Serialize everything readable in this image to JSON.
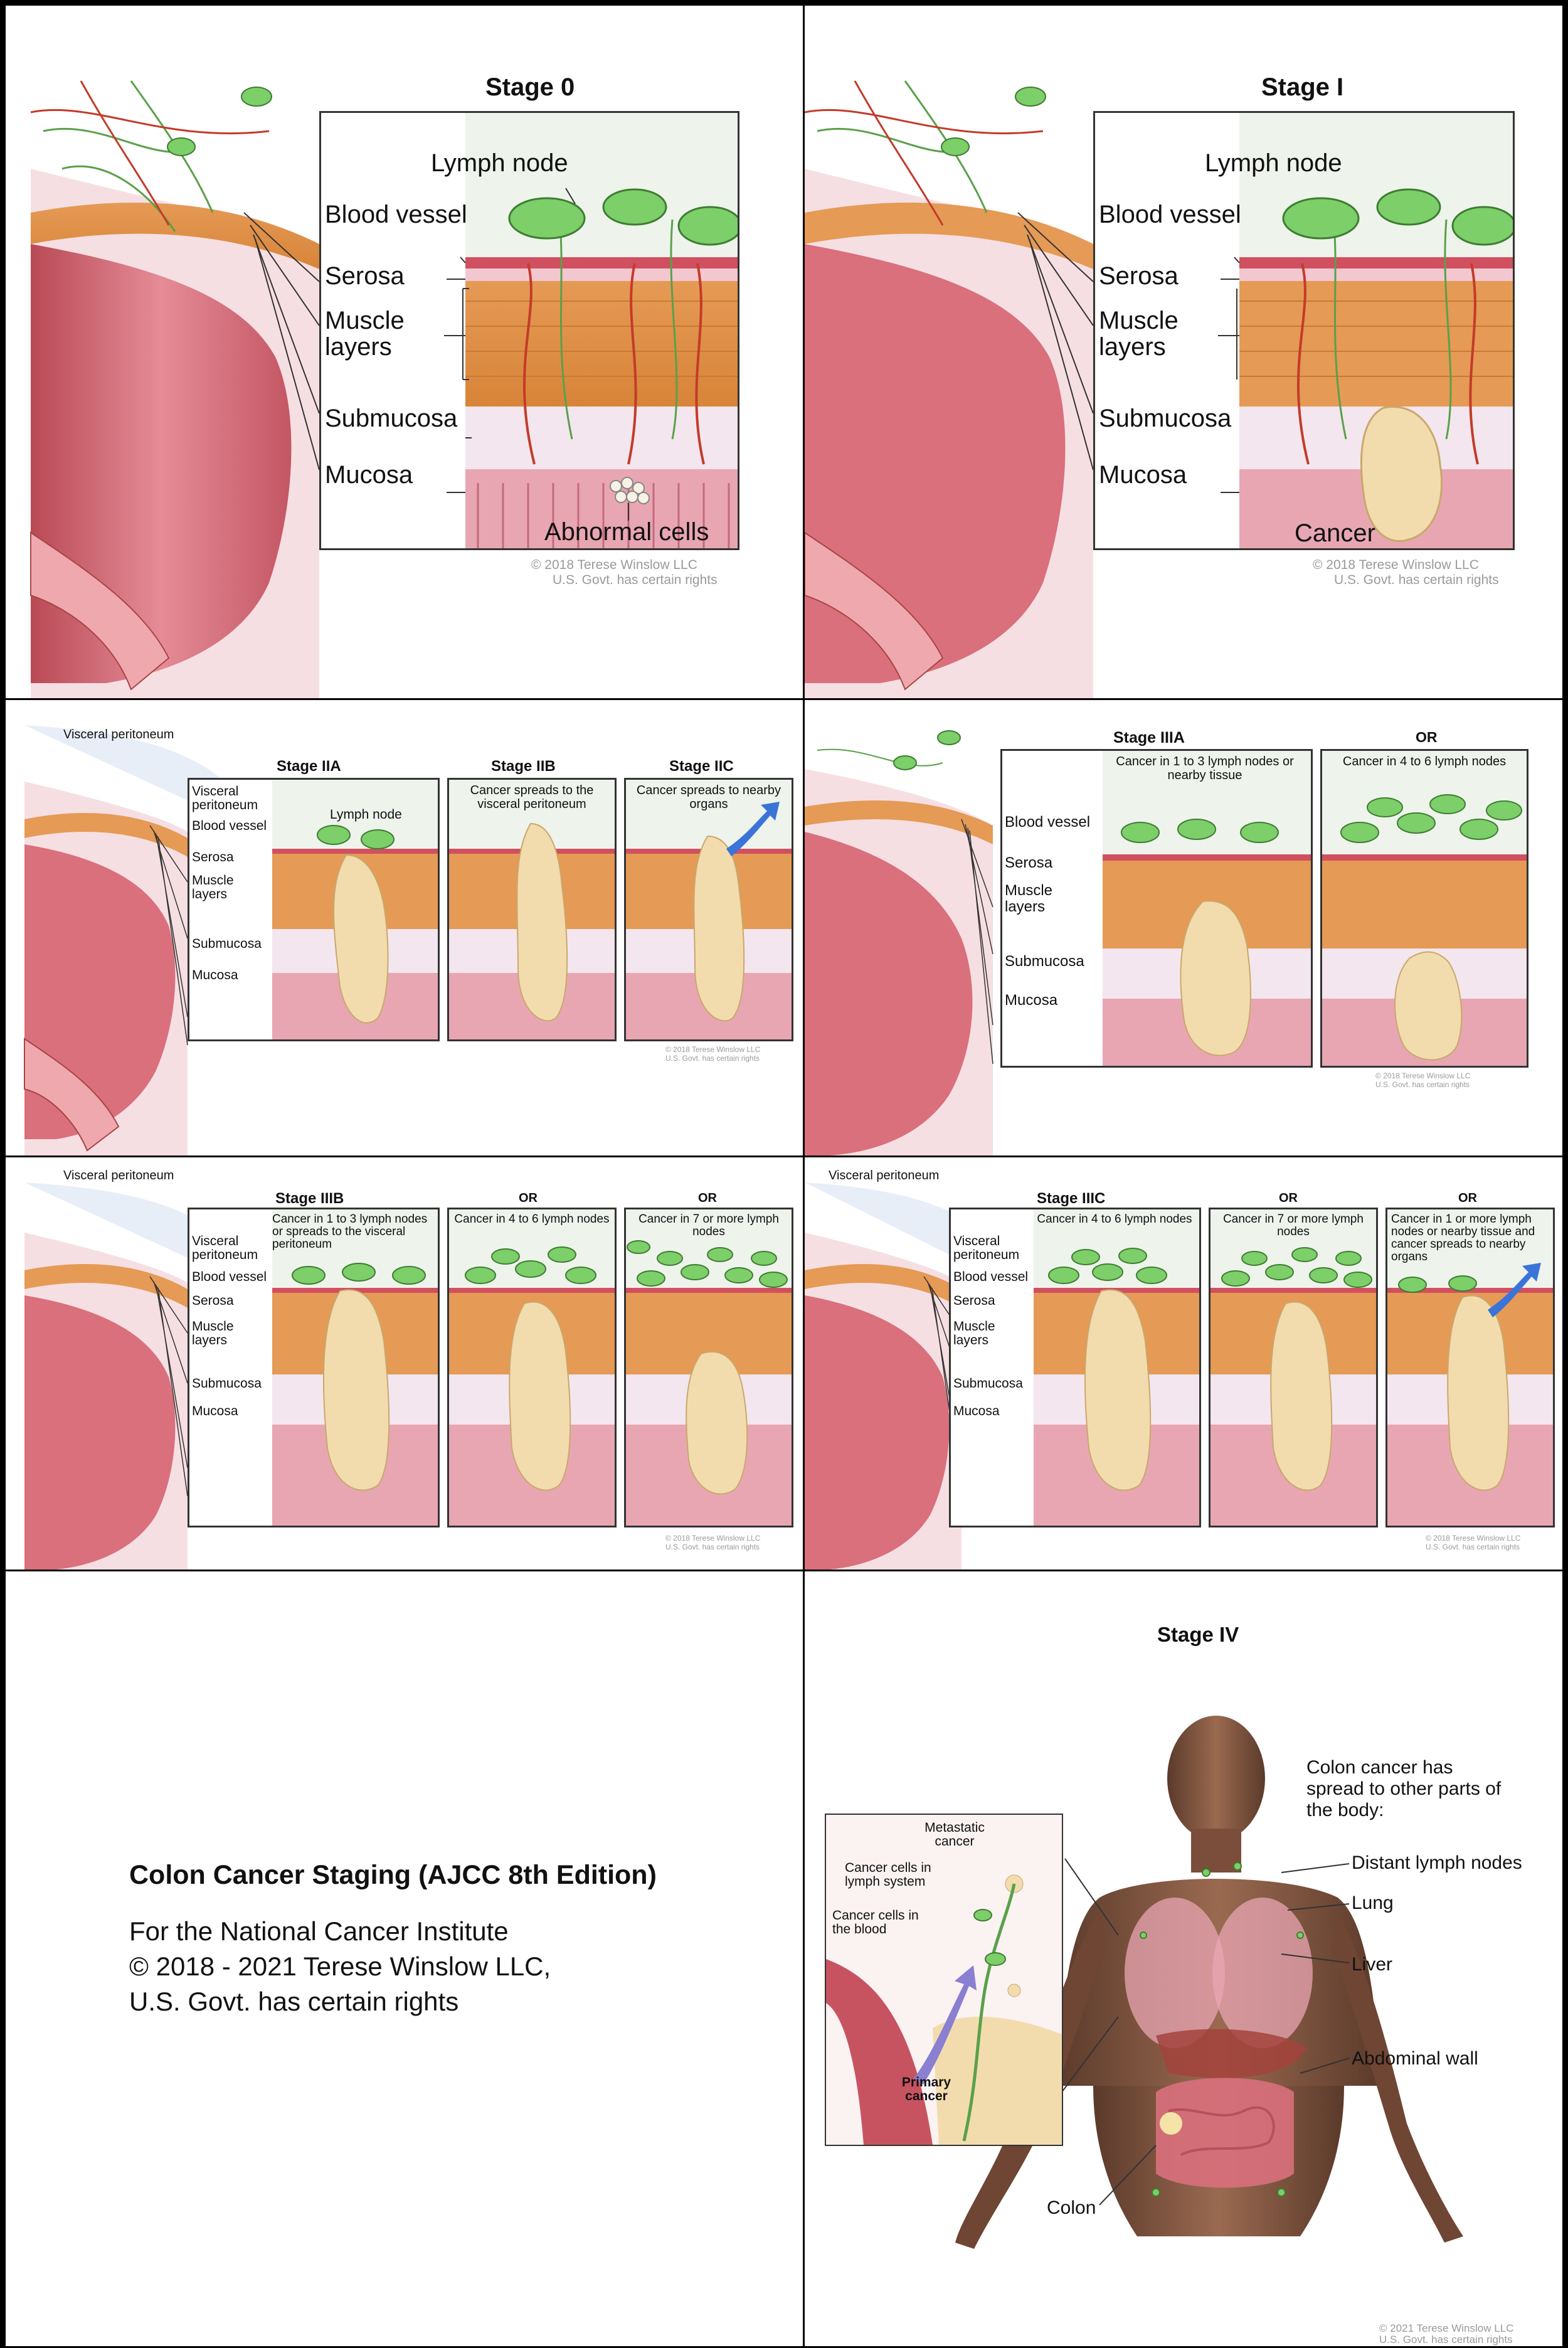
{
  "colors": {
    "mucosa": "#e8a6b3",
    "muscle": "#e8a25b",
    "submucosa": "#f3e6ee",
    "lymph": "#7ccf69",
    "tumor": "#f2dcae",
    "vessel": "#c33b2b",
    "serosa": "#d1505f"
  },
  "panel_stage0": {
    "title": "Stage 0",
    "labels": {
      "lymph_node": "Lymph node",
      "blood_vessel": "Blood vessel",
      "serosa": "Serosa",
      "muscle": "Muscle layers",
      "submucosa": "Submucosa",
      "mucosa": "Mucosa",
      "abnormal": "Abnormal cells"
    },
    "credit1": "© 2018 Terese Winslow LLC",
    "credit2": "U.S. Govt. has certain rights"
  },
  "panel_stage1": {
    "title": "Stage I",
    "labels": {
      "lymph_node": "Lymph node",
      "blood_vessel": "Blood vessel",
      "serosa": "Serosa",
      "muscle": "Muscle layers",
      "submucosa": "Submucosa",
      "mucosa": "Mucosa",
      "cancer": "Cancer"
    },
    "credit1": "© 2018 Terese Winslow LLC",
    "credit2": "U.S. Govt. has certain rights"
  },
  "panel_stage2": {
    "visceral": "Visceral peritoneum",
    "t_a": "Stage IIA",
    "t_b": "Stage IIB",
    "t_c": "Stage IIC",
    "cap_b": "Cancer spreads to the visceral peritoneum",
    "cap_c": "Cancer spreads to nearby organs",
    "labels": {
      "visceral": "Visceral peritoneum",
      "blood_vessel": "Blood vessel",
      "lymph_node": "Lymph node",
      "serosa": "Serosa",
      "muscle": "Muscle layers",
      "submucosa": "Submucosa",
      "mucosa": "Mucosa"
    },
    "credit1": "© 2018 Terese Winslow LLC",
    "credit2": "U.S. Govt. has certain rights"
  },
  "panel_stage3a": {
    "title": "Stage IIIA",
    "or": "OR",
    "cap_a": "Cancer in 1 to 3 lymph nodes or nearby tissue",
    "cap_b": "Cancer in 4 to 6 lymph nodes",
    "labels": {
      "blood_vessel": "Blood vessel",
      "serosa": "Serosa",
      "muscle": "Muscle layers",
      "submucosa": "Submucosa",
      "mucosa": "Mucosa"
    },
    "credit1": "© 2018 Terese Winslow LLC",
    "credit2": "U.S. Govt. has certain rights"
  },
  "panel_stage3b": {
    "visceral": "Visceral peritoneum",
    "title": "Stage IIIB",
    "or1": "OR",
    "or2": "OR",
    "cap_a": "Cancer in 1 to 3 lymph nodes or spreads to the visceral peritoneum",
    "cap_b": "Cancer in 4 to 6 lymph nodes",
    "cap_c": "Cancer in 7 or more lymph nodes",
    "labels": {
      "visceral": "Visceral peritoneum",
      "blood_vessel": "Blood vessel",
      "serosa": "Serosa",
      "muscle": "Muscle layers",
      "submucosa": "Submucosa",
      "mucosa": "Mucosa"
    },
    "credit1": "© 2018 Terese Winslow LLC",
    "credit2": "U.S. Govt. has certain rights"
  },
  "panel_stage3c": {
    "visceral": "Visceral peritoneum",
    "title": "Stage IIIC",
    "or1": "OR",
    "or2": "OR",
    "cap_a": "Cancer in 4 to 6 lymph nodes",
    "cap_b": "Cancer in 7 or more lymph nodes",
    "cap_c": "Cancer in 1 or more lymph nodes or nearby tissue and cancer spreads to nearby organs",
    "labels": {
      "visceral": "Visceral peritoneum",
      "blood_vessel": "Blood vessel",
      "serosa": "Serosa",
      "muscle": "Muscle layers",
      "submucosa": "Submucosa",
      "mucosa": "Mucosa"
    },
    "credit1": "© 2018 Terese Winslow LLC",
    "credit2": "U.S. Govt. has certain rights"
  },
  "intro": {
    "title": "Colon Cancer Staging (AJCC 8th Edition)",
    "line1": "For the National Cancer Institute",
    "line2": "© 2018 - 2021 Terese Winslow LLC,",
    "line3": "U.S. Govt. has certain rights"
  },
  "panel_stage4": {
    "title": "Stage IV",
    "spread": "Colon cancer has spread to other parts of the body:",
    "labels": {
      "distant": "Distant lymph nodes",
      "lung": "Lung",
      "liver": "Liver",
      "abdominal": "Abdominal wall",
      "colon": "Colon"
    },
    "inset": {
      "metastatic": "Metastatic cancer",
      "lymph_system": "Cancer cells in lymph system",
      "blood": "Cancer cells in the blood",
      "primary": "Primary cancer"
    },
    "credit1": "© 2021 Terese Winslow LLC",
    "credit2": "U.S. Govt. has certain rights"
  }
}
